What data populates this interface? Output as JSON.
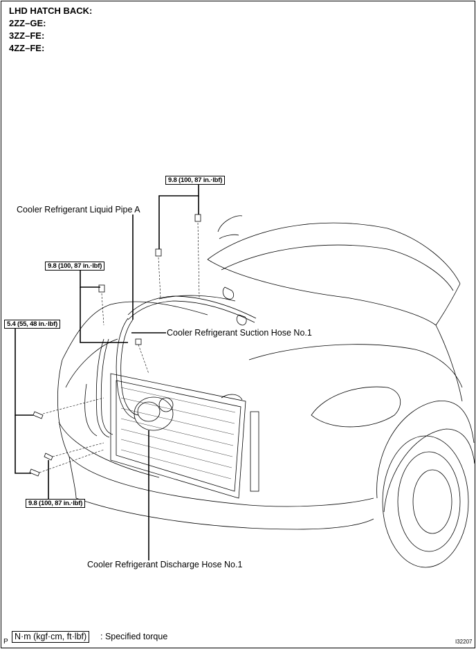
{
  "header": {
    "line1": "LHD HATCH BACK:",
    "line2": "2ZZ–GE:",
    "line3": "3ZZ–FE:",
    "line4": "4ZZ–FE:"
  },
  "labels": {
    "liquid_pipe": "Cooler Refrigerant Liquid Pipe A",
    "suction_hose": "Cooler Refrigerant Suction Hose No.1",
    "discharge_hose": "Cooler Refrigerant Discharge Hose No.1"
  },
  "torques": {
    "top": "9.8 (100, 87 in.·lbf)",
    "upper_left": "9.8 (100, 87 in.·lbf)",
    "left": "5.4 (55, 48 in.·lbf)",
    "bottom_left": "9.8 (100, 87 in.·lbf)"
  },
  "legend": {
    "box": "N·m (kgf·cm, ft·lbf)",
    "text": ": Specified torque"
  },
  "footer": {
    "p_mark": "P",
    "code": "I32207"
  }
}
